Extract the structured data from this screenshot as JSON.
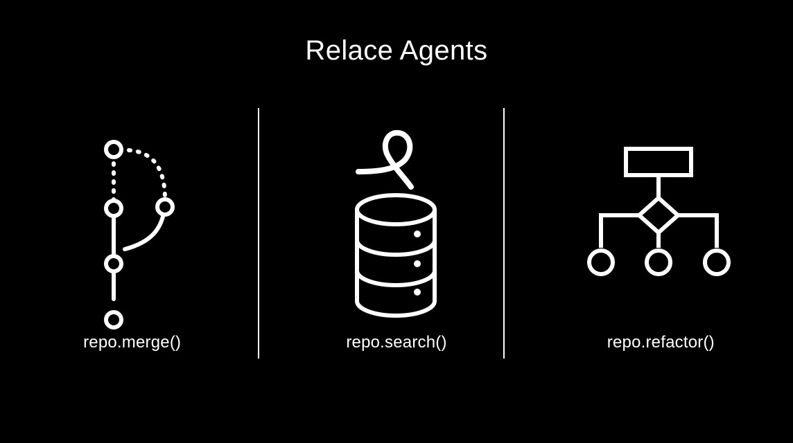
{
  "page": {
    "title": "Relace Agents",
    "background_color": "#000000",
    "foreground_color": "#ffffff"
  },
  "columns": [
    {
      "label": "repo.merge()",
      "icon_name": "git-merge-icon",
      "icon_description": "git branch graph with four nodes, dotted upper edges and a curved merge edge"
    },
    {
      "label": "repo.search()",
      "icon_name": "database-search-icon",
      "icon_description": "three tier database cylinder with indicator dots and a ribbon loop above"
    },
    {
      "label": "repo.refactor()",
      "icon_name": "refactor-flowchart-icon",
      "icon_description": "rectangle node connected to a diamond decision branching to three circles"
    }
  ],
  "dividers": [
    {
      "name": "divider-1"
    },
    {
      "name": "divider-2"
    }
  ]
}
